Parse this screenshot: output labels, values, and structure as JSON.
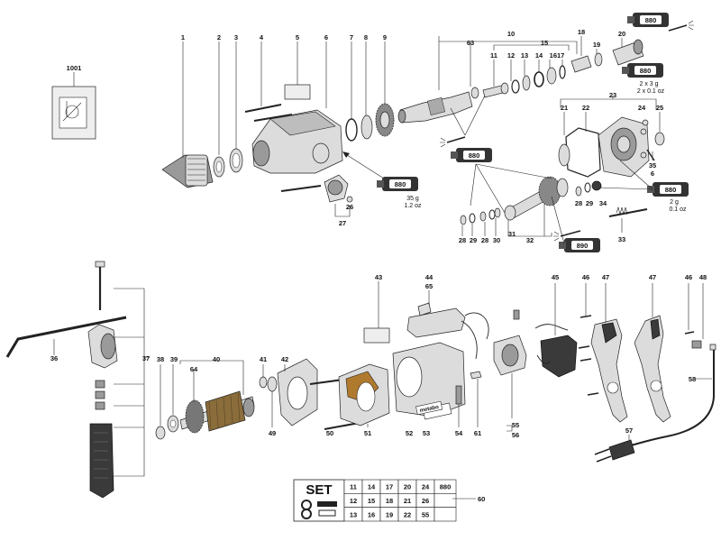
{
  "labels": {
    "l1001": "1001",
    "l1": "1",
    "l2": "2",
    "l3": "3",
    "l4": "4",
    "l5": "5",
    "l6": "6",
    "l7": "7",
    "l8": "8",
    "l9": "9",
    "l10": "10",
    "l63": "63",
    "l11": "11",
    "l12": "12",
    "l13": "13",
    "l14": "14",
    "l15": "15",
    "l1617": "1617",
    "l18": "18",
    "l19": "19",
    "l20": "20",
    "l21": "21",
    "l22": "22",
    "l23": "23",
    "l24": "24",
    "l25": "25",
    "l35": "35",
    "l6b": "6",
    "l26": "26",
    "l27": "27",
    "l28a": "28",
    "l29a": "29",
    "l28b": "28",
    "l30": "30",
    "l31": "31",
    "l32": "32",
    "l28c": "28",
    "l29b": "29",
    "l34": "34",
    "l33": "33",
    "l36": "36",
    "l37": "37",
    "l38": "38",
    "l39": "39",
    "l40": "40",
    "l41": "41",
    "l42": "42",
    "l43": "43",
    "l44": "44",
    "l65": "65",
    "l45": "45",
    "l46a": "46",
    "l47a": "47",
    "l47b": "47",
    "l46b": "46",
    "l48": "48",
    "l58": "58",
    "l64": "64",
    "l49": "49",
    "l50": "50",
    "l51": "51",
    "l52": "52",
    "l53": "53",
    "l54": "54",
    "l61": "61",
    "l55": "55",
    "l56": "56",
    "l57": "57",
    "l60": "60"
  },
  "grease": {
    "tube880": "880",
    "tube890": "890",
    "qty_35g": "35 g",
    "qty_12oz": "1.2 oz",
    "qty_2x3g": "2 x 3 g",
    "qty_2x01oz": "2 x 0.1 oz",
    "qty_2g": "2 g",
    "qty_01oz": "0.1 oz"
  },
  "brand_plate": "metabo",
  "set_table": {
    "title": "SET",
    "rows": [
      [
        "11",
        "14",
        "17",
        "20",
        "24",
        "880"
      ],
      [
        "12",
        "15",
        "18",
        "21",
        "26",
        ""
      ],
      [
        "13",
        "16",
        "19",
        "22",
        "55",
        ""
      ]
    ]
  },
  "colors": {
    "line": "#222222",
    "part_fill": "#dcdcdc",
    "dark_fill": "#3a3a3a",
    "tube_fill": "#333333",
    "background": "#ffffff"
  }
}
